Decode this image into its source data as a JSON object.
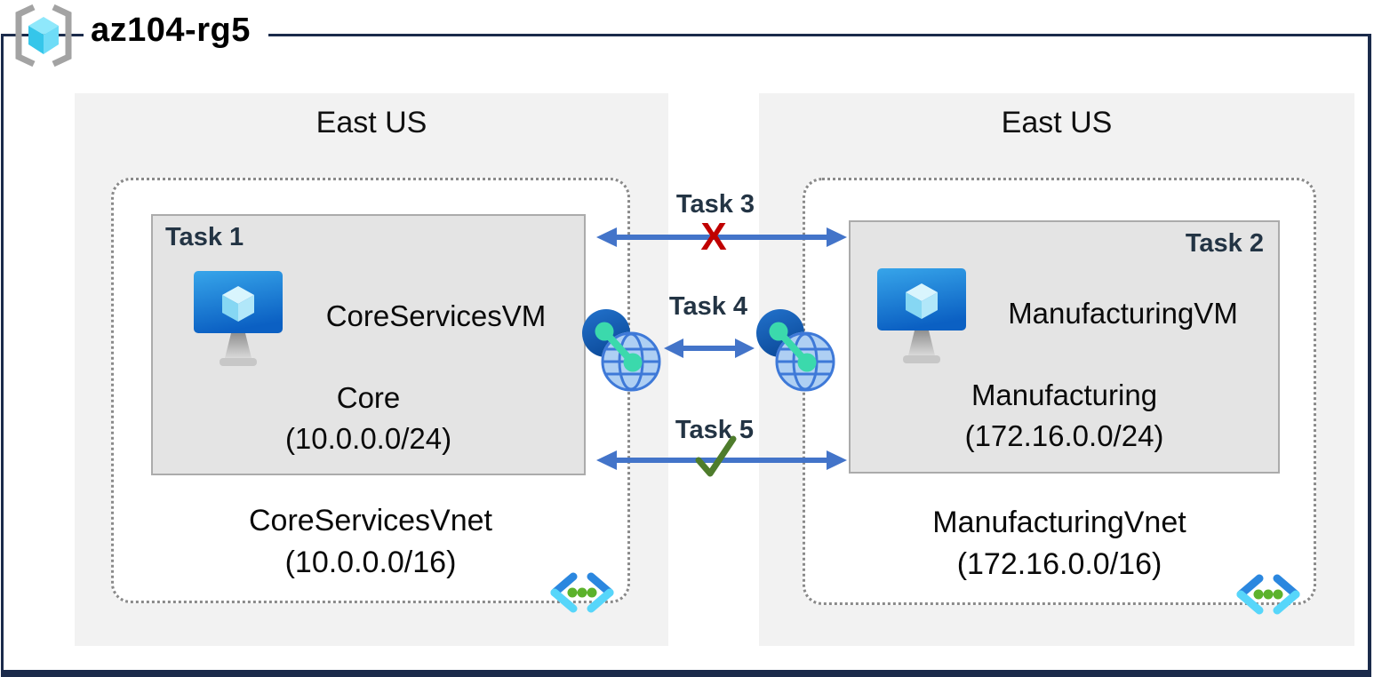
{
  "resource_group": {
    "name": "az104-rg5"
  },
  "regions": {
    "left": {
      "location": "East US",
      "vnet": {
        "name": "CoreServicesVnet",
        "cidr": "(10.0.0.0/16)"
      },
      "subnet": {
        "task_label": "Task 1",
        "vm_name": "CoreServicesVM",
        "name": "Core",
        "cidr": "(10.0.0.0/24)"
      }
    },
    "right": {
      "location": "East US",
      "vnet": {
        "name": "ManufacturingVnet",
        "cidr": "(172.16.0.0/16)"
      },
      "subnet": {
        "task_label": "Task 2",
        "vm_name": "ManufacturingVM",
        "name": "Manufacturing",
        "cidr": "(172.16.0.0/24)"
      }
    }
  },
  "connections": [
    {
      "label": "Task 3",
      "marker": "X"
    },
    {
      "label": "Task 4"
    },
    {
      "label": "Task 5"
    }
  ],
  "colors": {
    "frame_navy": "#1B2B4B",
    "arrow_blue": "#4374C9",
    "blocked_red": "#C00000",
    "allowed_green": "#4E7C2C",
    "task_label_navy": "#233444",
    "region_bg": "#F2F2F2",
    "subnet_bg": "#E4E4E4"
  }
}
